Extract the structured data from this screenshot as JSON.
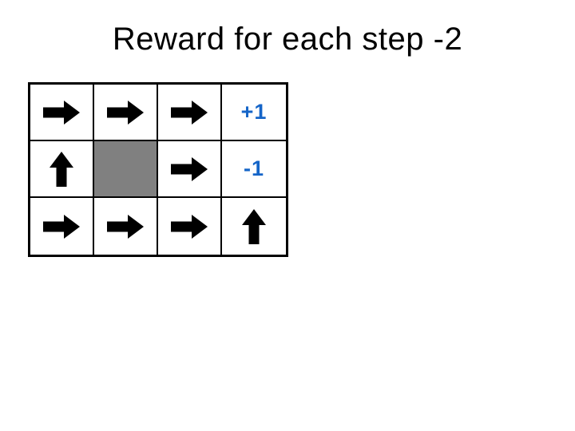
{
  "title": "Reward for each step -2",
  "colors": {
    "background": "#FFFFFF",
    "title_text": "#000000",
    "grid_border": "#000000",
    "arrow": "#000000",
    "wall_fill": "#808080",
    "reward_text": "#1565C8"
  },
  "grid": {
    "columns": 4,
    "rows": 3,
    "cells": [
      [
        {
          "type": "arrow",
          "direction": "right"
        },
        {
          "type": "arrow",
          "direction": "right"
        },
        {
          "type": "arrow",
          "direction": "right"
        },
        {
          "type": "reward",
          "label": "+1"
        }
      ],
      [
        {
          "type": "arrow",
          "direction": "up"
        },
        {
          "type": "wall"
        },
        {
          "type": "arrow",
          "direction": "right"
        },
        {
          "type": "reward",
          "label": "-1"
        }
      ],
      [
        {
          "type": "arrow",
          "direction": "right"
        },
        {
          "type": "arrow",
          "direction": "right"
        },
        {
          "type": "arrow",
          "direction": "right"
        },
        {
          "type": "arrow",
          "direction": "up"
        }
      ]
    ]
  }
}
